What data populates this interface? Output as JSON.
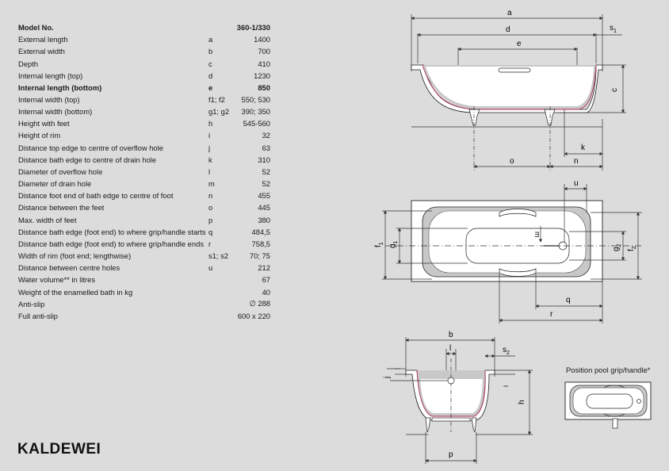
{
  "specs": [
    {
      "label": "Model No.",
      "symbol": "",
      "value": "360-1/330",
      "bold": true
    },
    {
      "label": "External length",
      "symbol": "a",
      "value": "1400"
    },
    {
      "label": "External width",
      "symbol": "b",
      "value": "700"
    },
    {
      "label": "Depth",
      "symbol": "c",
      "value": "410"
    },
    {
      "label": "Internal length (top)",
      "symbol": "d",
      "value": "1230"
    },
    {
      "label": "Internal length (bottom)",
      "symbol": "e",
      "value": "850",
      "bold": true
    },
    {
      "label": "Internal width (top)",
      "symbol": "f1; f2",
      "value": "550; 530"
    },
    {
      "label": "Internal width (bottom)",
      "symbol": "g1; g2",
      "value": "390; 350"
    },
    {
      "label": "Height with feet",
      "symbol": "h",
      "value": "545-560"
    },
    {
      "label": "Height of rim",
      "symbol": "i",
      "value": "32"
    },
    {
      "label": "Distance top edge to centre of overflow hole",
      "symbol": "j",
      "value": "63"
    },
    {
      "label": "Distance bath edge to centre of drain hole",
      "symbol": "k",
      "value": "310"
    },
    {
      "label": "Diameter of overflow hole",
      "symbol": "l",
      "value": "52"
    },
    {
      "label": "Diameter of drain hole",
      "symbol": "m",
      "value": "52"
    },
    {
      "label": "Distance foot end of bath edge to centre of foot",
      "symbol": "n",
      "value": "455"
    },
    {
      "label": "Distance between the feet",
      "symbol": "o",
      "value": "445"
    },
    {
      "label": "Max. width of feet",
      "symbol": "p",
      "value": "380"
    },
    {
      "label": "Distance bath edge (foot end) to where grip/handle starts",
      "symbol": "q",
      "value": "484,5"
    },
    {
      "label": "Distance bath edge (foot end) to where grip/handle ends",
      "symbol": "r",
      "value": "758,5"
    },
    {
      "label": "Width of rim (foot end; lengthwise)",
      "symbol": "s1; s2",
      "value": "70; 75"
    },
    {
      "label": "Distance between centre holes",
      "symbol": "u",
      "value": "212"
    },
    {
      "label": "Water volume** in litres",
      "symbol": "",
      "value": "67"
    },
    {
      "label": "Weight of the enamelled bath in kg",
      "symbol": "",
      "value": "40"
    },
    {
      "label": "Anti-slip",
      "symbol": "",
      "value": "∅ 288"
    },
    {
      "label": "Full anti-slip",
      "symbol": "",
      "value": "600 x 220"
    }
  ],
  "brand": "KALDEWEI",
  "grip_title": "Position pool grip/handle*",
  "dims": {
    "a": "a",
    "d": "d",
    "s1": "s1",
    "e": "e",
    "c": "c",
    "k": "k",
    "o": "o",
    "n": "n",
    "u": "u",
    "f1": "f1",
    "g1": "g1",
    "m": "m",
    "g2": "g2",
    "f2": "f2",
    "q": "q",
    "r": "r",
    "b": "b",
    "l": "l",
    "s2": "s2",
    "i": "i",
    "j": "j",
    "h": "h",
    "p": "p"
  },
  "colors": {
    "bg": "#dcdcdc",
    "bath_fill": "#ffffff",
    "shade": "#c8c8c8",
    "line": "#1a1a1a",
    "dim": "#555555",
    "accent": "#c03050"
  }
}
